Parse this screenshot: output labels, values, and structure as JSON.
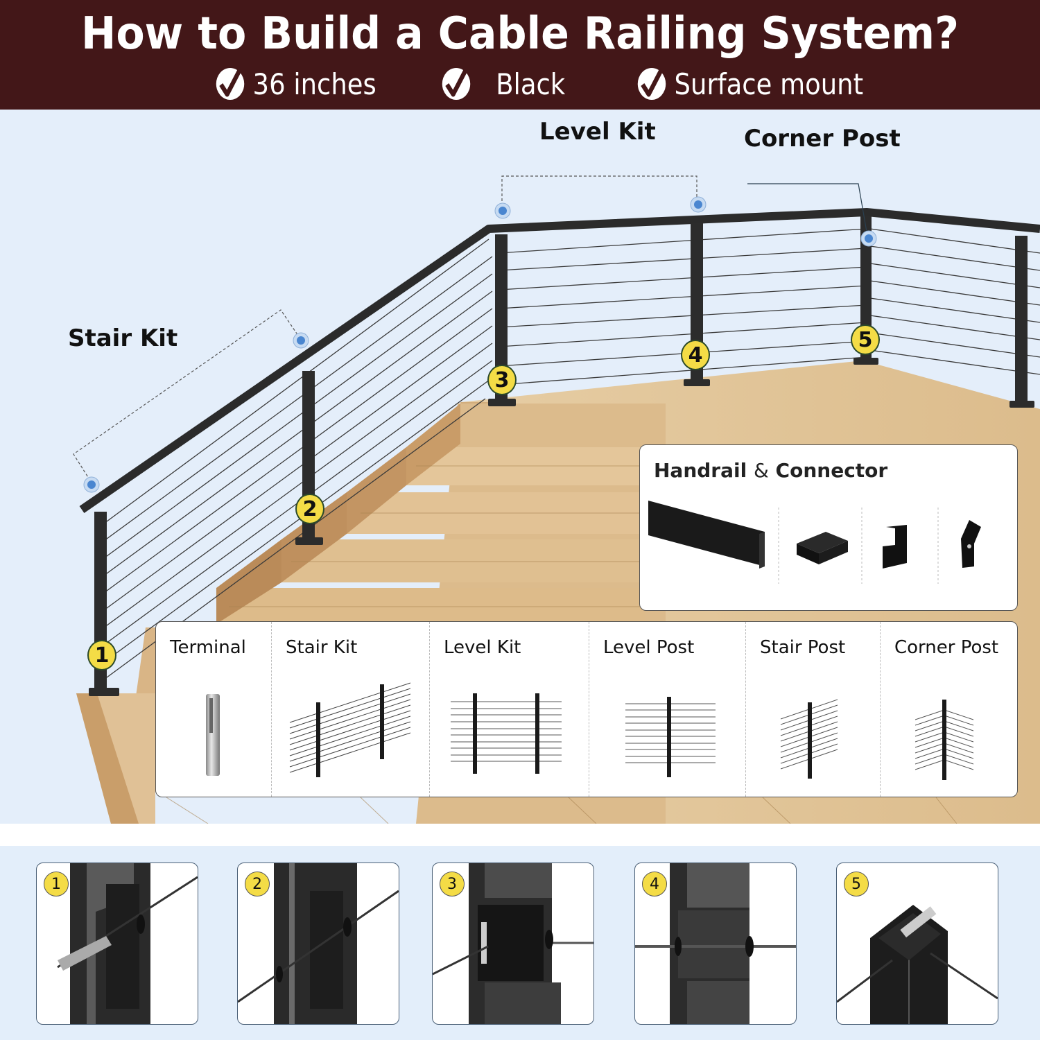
{
  "header": {
    "title": "How to Build a Cable Railing System?",
    "background_color": "#431718",
    "features": [
      {
        "icon": "check-circle-icon",
        "label": "36 inches"
      },
      {
        "icon": "check-circle-icon",
        "label": "Black"
      },
      {
        "icon": "check-circle-icon",
        "label": "Surface mount"
      }
    ]
  },
  "scene": {
    "callouts": {
      "stair_kit": "Stair Kit",
      "level_kit": "Level Kit",
      "corner_post": "Corner Post"
    },
    "post_markers": [
      "1",
      "2",
      "3",
      "4",
      "5"
    ],
    "marker_color": "#f4dc46",
    "pin_color": "#4a86d0"
  },
  "handrail_panel": {
    "title_part1": "Handrail",
    "title_amp": "&",
    "title_part2": "Connector",
    "items": [
      "handrail",
      "flat-connector",
      "step-connector",
      "angle-connector"
    ]
  },
  "parts_panel": {
    "items": [
      {
        "name": "Terminal"
      },
      {
        "name": "Stair Kit"
      },
      {
        "name": "Level Kit"
      },
      {
        "name": "Level Post"
      },
      {
        "name": "Stair Post"
      },
      {
        "name": "Corner Post"
      }
    ]
  },
  "details": {
    "steps": [
      "1",
      "2",
      "3",
      "4",
      "5"
    ]
  }
}
